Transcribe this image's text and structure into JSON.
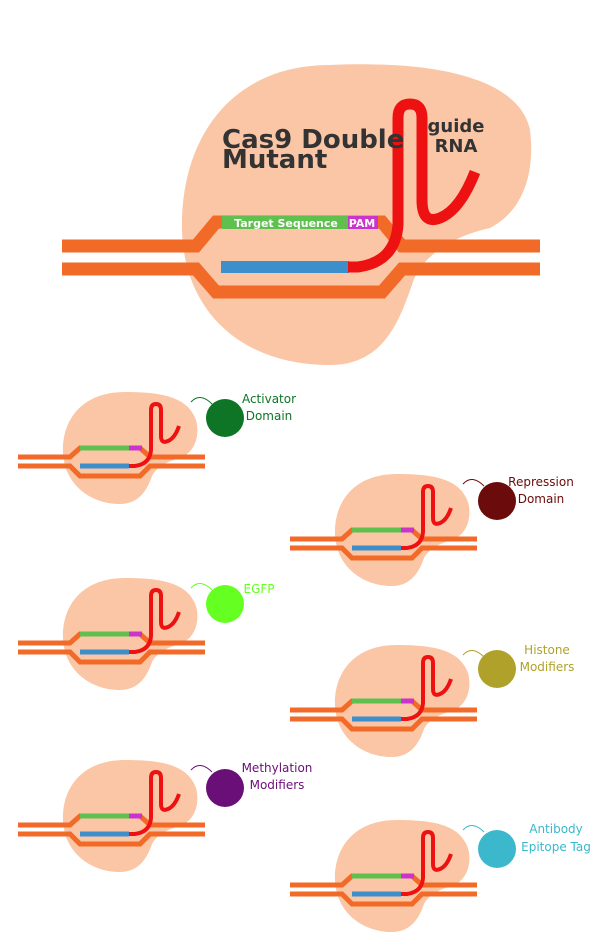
{
  "main": {
    "title_line1": "Cas9 Double",
    "title_line2": "Mutant",
    "guide_line1": "guide",
    "guide_line2": "RNA",
    "target_label": "Target Sequence",
    "pam_label": "PAM"
  },
  "variants": [
    {
      "line1": "Activator",
      "line2": "Domain",
      "color": "#0e7526"
    },
    {
      "line1": "Repression",
      "line2": "Domain",
      "color": "#6b0b0b"
    },
    {
      "line1": "EGFP",
      "line2": "",
      "color": "#66ff22"
    },
    {
      "line1": "Histone",
      "line2": "Modifiers",
      "color": "#b0a12a"
    },
    {
      "line1": "Methylation",
      "line2": "Modifiers",
      "color": "#6b0f78"
    },
    {
      "line1": "Antibody",
      "line2": "Epitope Tag",
      "color": "#3bb8cc"
    }
  ],
  "colors": {
    "protein": "#fbc6a5",
    "dna": "#f26a28",
    "rna": "#ee1111",
    "target": "#5fbf4f",
    "complement": "#3d8fcc",
    "pam": "#cc33cc",
    "title_text": "#333333"
  }
}
